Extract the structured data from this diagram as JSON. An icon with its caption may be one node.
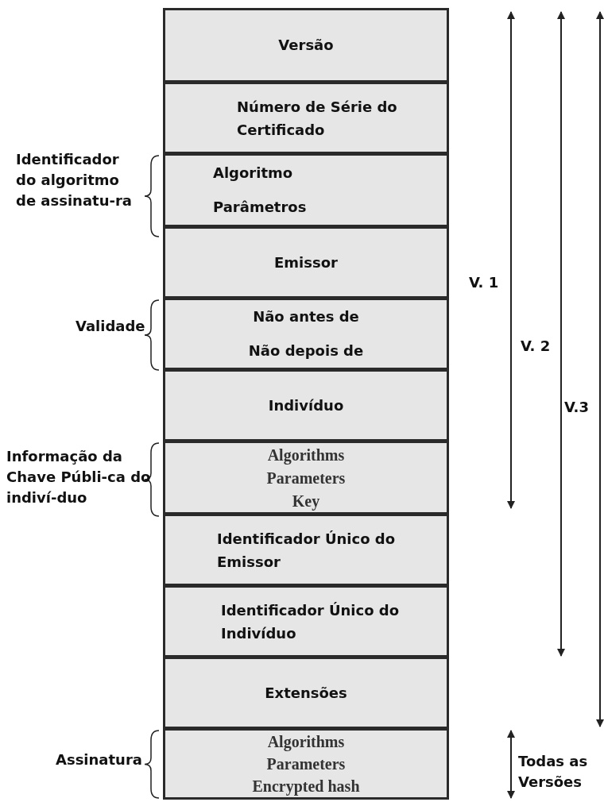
{
  "diagram": {
    "nodes": [
      {
        "text": [
          "Versão"
        ]
      },
      {
        "text": [
          "Número de Série do Certificado"
        ]
      },
      {
        "text": [
          "Algoritmo",
          "Parâmetros"
        ],
        "beside": [
          "Identificador do algoritmo de assinatu-ra"
        ]
      },
      {
        "text": [
          "Emissor"
        ]
      },
      {
        "text": [
          "Não antes de",
          "Não depois de"
        ],
        "beside": [
          "Validade"
        ]
      },
      {
        "text": [
          "Indivíduo"
        ]
      },
      {
        "text": [
          "Algorithms",
          "Parameters",
          "Key"
        ],
        "beside": [
          "Informação da Chave Públi-ca do indiví-duo"
        ]
      },
      {
        "text": [
          "Identificador Único do Emissor"
        ]
      },
      {
        "text": [
          "Identificador Único do Indivíduo"
        ]
      },
      {
        "text": [
          "Extensões"
        ]
      },
      {
        "text": [
          "Algorithms",
          "Parameters",
          "Encrypted hash"
        ],
        "beside": [
          "Assinatura"
        ]
      }
    ],
    "labels": [
      "V. 1",
      "V. 2",
      "V.3",
      "Todas as Versões"
    ]
  }
}
